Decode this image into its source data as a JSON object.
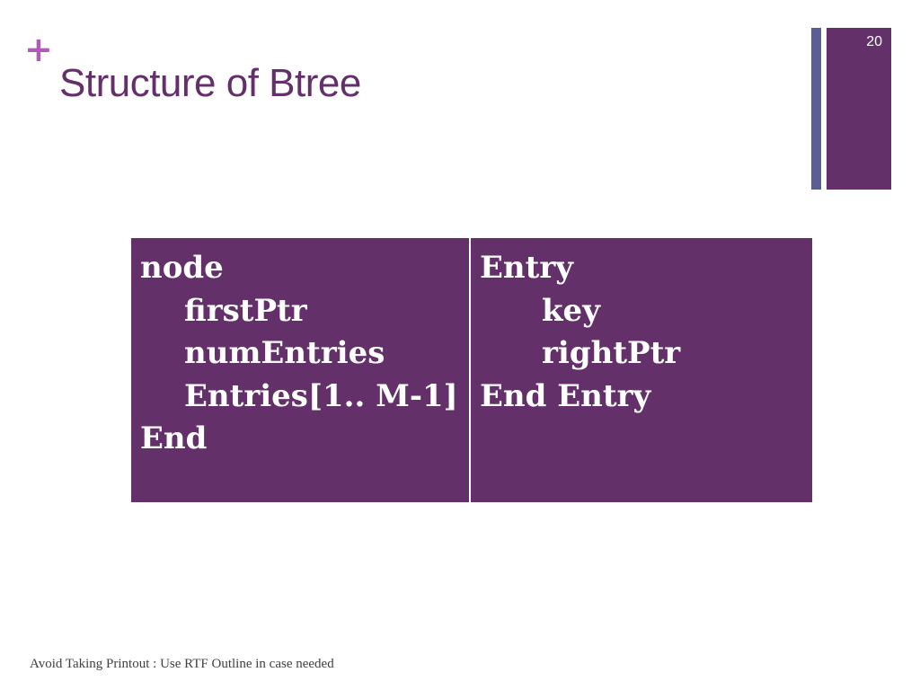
{
  "slide": {
    "title": "Structure of Btree",
    "number": "20",
    "footer": "Avoid Taking Printout : Use RTF Outline in case needed"
  },
  "table": {
    "left": [
      "node",
      "firstPtr",
      "numEntries",
      "Entries[1.. M-1]",
      "End"
    ],
    "right": [
      "Entry",
      "key",
      "rightPtr",
      "End Entry"
    ]
  },
  "colors": {
    "accent_purple": "#63306a",
    "plus_pink": "#b05bb6",
    "side_bar_blue": "#5b5e95"
  }
}
